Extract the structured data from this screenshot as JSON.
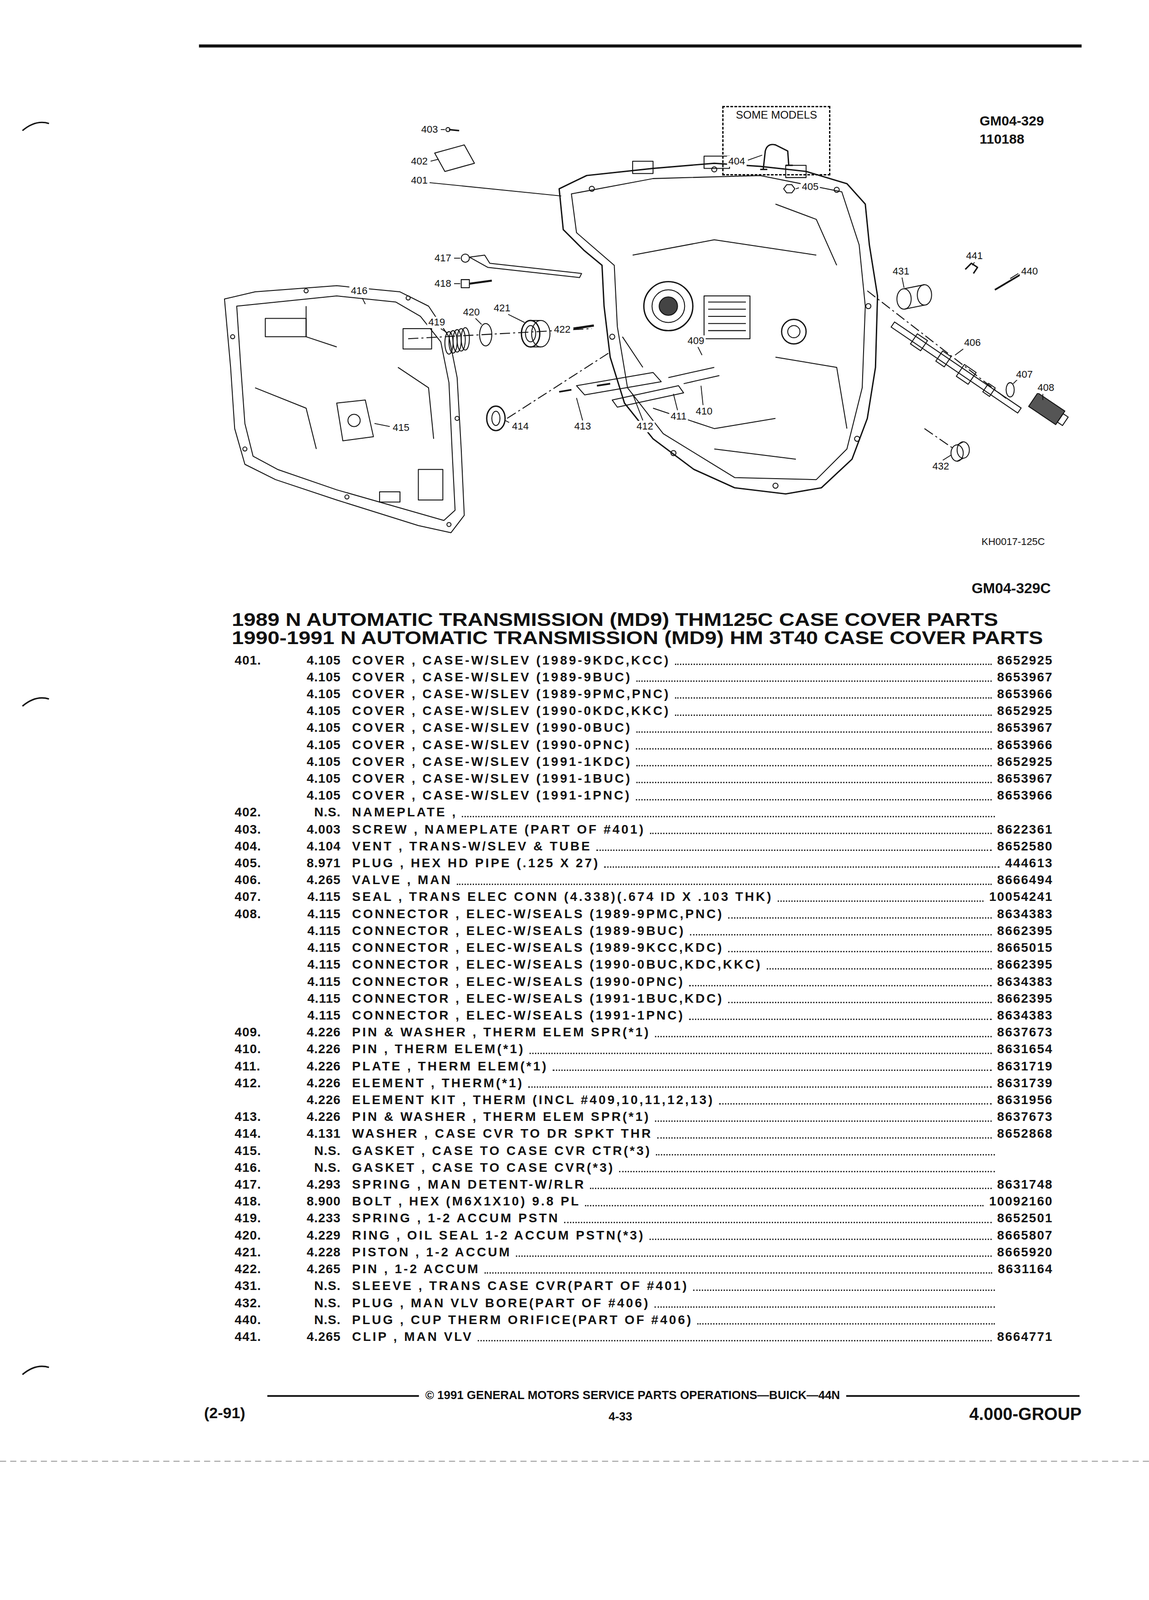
{
  "diagram": {
    "title": "1989 N AUTOMATIC TRANSMISSION (MD9) THM125C CASE COVER PARTS",
    "nodes": [
      {
        "text": [
          "SOME MODELS"
        ]
      }
    ],
    "labels": [
      "GM04-329",
      "110188",
      "403",
      "402",
      "404",
      "401",
      "405",
      "417",
      "418",
      "416",
      "419",
      "420",
      "421",
      "422",
      "409",
      "431",
      "441",
      "440",
      "406",
      "407",
      "408",
      "415",
      "414",
      "413",
      "412",
      "411",
      "410",
      "432",
      "KH0017-125C",
      "GM04-329C",
      "1990-1991 N AUTOMATIC TRANSMISSION (MD9) HM 3T40 CASE COVER PARTS",
      "401.",
      "4.105",
      "COVER , CASE-W/SLEV (1989-9KDC,KCC)",
      "8652925",
      "4.105",
      "COVER , CASE-W/SLEV (1989-9BUC)",
      "8653967",
      "4.105",
      "COVER , CASE-W/SLEV (1989-9PMC,PNC)",
      "8653966",
      "4.105",
      "COVER , CASE-W/SLEV (1990-0KDC,KKC)",
      "8652925",
      "4.105",
      "COVER , CASE-W/SLEV (1990-0BUC)",
      "8653967",
      "4.105",
      "COVER , CASE-W/SLEV (1990-0PNC)",
      "8653966",
      "4.105",
      "COVER , CASE-W/SLEV (1991-1KDC)",
      "8652925",
      "4.105",
      "COVER , CASE-W/SLEV (1991-1BUC)",
      "8653967",
      "4.105",
      "COVER , CASE-W/SLEV (1991-1PNC)",
      "8653966",
      "402.",
      "N.S.",
      "NAMEPLATE ,",
      "403.",
      "4.003",
      "SCREW , NAMEPLATE (PART OF #401)",
      "8622361",
      "404.",
      "4.104",
      "VENT , TRANS-W/SLEV & TUBE",
      "8652580",
      "405.",
      "8.971",
      "PLUG , HEX HD PIPE (.125 X 27)",
      "444613",
      "406.",
      "4.265",
      "VALVE , MAN",
      "8666494",
      "407.",
      "4.115",
      "SEAL , TRANS ELEC CONN (4.338)(.674 ID X .103 THK)",
      "10054241",
      "408.",
      "4.115",
      "CONNECTOR , ELEC-W/SEALS (1989-9PMC,PNC)",
      "8634383",
      "4.115",
      "CONNECTOR , ELEC-W/SEALS (1989-9BUC)",
      "8662395",
      "4.115",
      "CONNECTOR , ELEC-W/SEALS (1989-9KCC,KDC)",
      "8665015",
      "4.115",
      "CONNECTOR , ELEC-W/SEALS (1990-0BUC,KDC,KKC)",
      "8662395",
      "4.115",
      "CONNECTOR , ELEC-W/SEALS (1990-0PNC)",
      "8634383",
      "4.115",
      "CONNECTOR , ELEC-W/SEALS (1991-1BUC,KDC)",
      "8662395",
      "4.115",
      "CONNECTOR , ELEC-W/SEALS (1991-1PNC)",
      "8634383",
      "409.",
      "4.226",
      "PIN & WASHER , THERM ELEM SPR(*1)",
      "8637673",
      "410.",
      "4.226",
      "PIN , THERM ELEM(*1)",
      "8631654",
      "411.",
      "4.226",
      "PLATE , THERM ELEM(*1)",
      "8631719",
      "412.",
      "4.226",
      "ELEMENT , THERM(*1)",
      "8631739",
      "4.226",
      "ELEMENT KIT , THERM (INCL #409,10,11,12,13)",
      "8631956",
      "413.",
      "4.226",
      "PIN & WASHER , THERM ELEM SPR(*1)",
      "8637673",
      "414.",
      "4.131",
      "WASHER , CASE CVR TO DR SPKT THR",
      "8652868",
      "415.",
      "N.S.",
      "GASKET , CASE TO CASE CVR CTR(*3)",
      "416.",
      "N.S.",
      "GASKET , CASE TO CASE CVR(*3)",
      "417.",
      "4.293",
      "SPRING , MAN DETENT-W/RLR",
      "8631748",
      "418.",
      "8.900",
      "BOLT , HEX (M6X1X10) 9.8 PL",
      "10092160",
      "419.",
      "4.233",
      "SPRING , 1-2 ACCUM PSTN",
      "8652501",
      "420.",
      "4.229",
      "RING , OIL SEAL 1-2 ACCUM PSTN(*3)",
      "8665807",
      "421.",
      "4.228",
      "PISTON , 1-2 ACCUM",
      "8665920",
      "422.",
      "4.265",
      "PIN , 1-2 ACCUM",
      "8631164",
      "431.",
      "N.S.",
      "SLEEVE , TRANS CASE CVR(PART OF #401)",
      "432.",
      "N.S.",
      "PLUG , MAN VLV BORE(PART OF #406)",
      "440.",
      "N.S.",
      "PLUG , CUP THERM ORIFICE(PART OF #406)",
      "441.",
      "4.265",
      "CLIP , MAN VLV",
      "8664771",
      "© 1991 GENERAL MOTORS SERVICE PARTS OPERATIONS—BUICK—44N",
      "(2-91)",
      "4-33",
      "4.000-GROUP"
    ]
  }
}
